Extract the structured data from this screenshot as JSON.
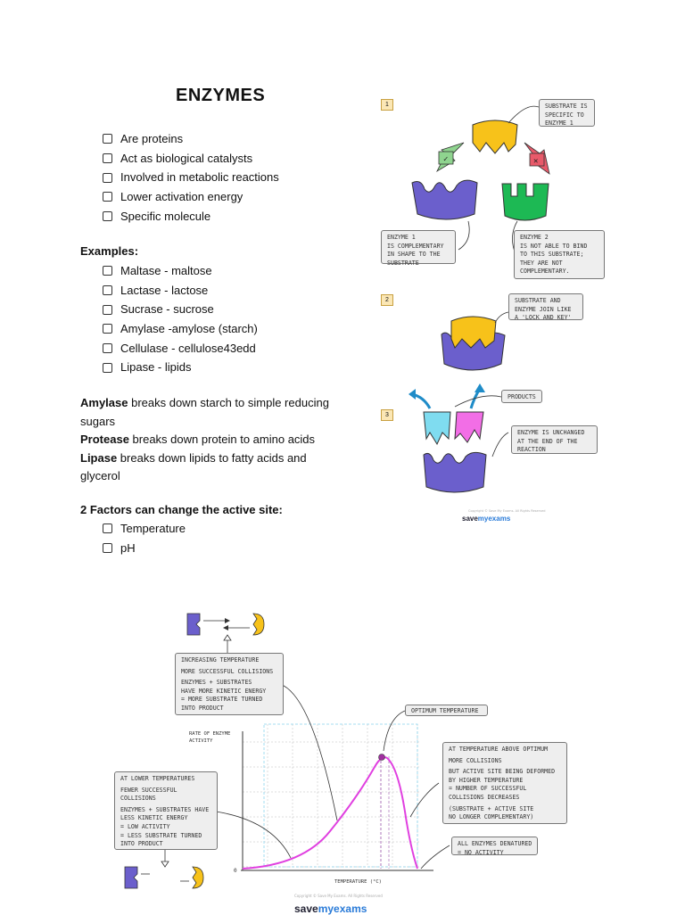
{
  "title": "ENZYMES",
  "properties": [
    "Are proteins",
    "Act as biological catalysts",
    "Involved in metabolic reactions",
    "Lower activation energy",
    "Specific molecule"
  ],
  "examples_heading": "Examples:",
  "examples": [
    "Maltase - maltose",
    "Lactase - lactose",
    "Sucrase - sucrose",
    "Amylase -amylose (starch)",
    "Cellulase - cellulose43edd",
    "Lipase - lipids"
  ],
  "breakdown": [
    {
      "term": "Amylase",
      "text": " breaks down starch to simple reducing sugars"
    },
    {
      "term": "Protease",
      "text": " breaks down protein to amino acids"
    },
    {
      "term": "Lipase",
      "text": " breaks down lipids to fatty acids and glycerol"
    }
  ],
  "factors_heading": "2 Factors can change the active site:",
  "factors": [
    "Temperature",
    "pH"
  ],
  "diagram": {
    "step1": "1",
    "step2": "2",
    "step3": "3",
    "tick": "✓",
    "cross": "✕",
    "substrate_specific": [
      "SUBSTRATE IS",
      "SPECIFIC TO",
      "ENZYME 1"
    ],
    "enzyme1": [
      "ENZYME 1",
      "IS COMPLEMENTARY",
      "IN SHAPE TO THE",
      "SUBSTRATE"
    ],
    "enzyme2": [
      "ENZYME 2",
      "IS NOT ABLE TO BIND",
      "TO THIS SUBSTRATE;",
      "THEY ARE NOT",
      "COMPLEMENTARY."
    ],
    "lock_key": [
      "SUBSTRATE AND",
      "ENZYME JOIN LIKE",
      "A 'LOCK AND KEY'"
    ],
    "products": [
      "PRODUCTS"
    ],
    "unchanged": [
      "ENZYME IS UNCHANGED",
      "AT THE END OF THE",
      "REACTION"
    ],
    "copyright": "Copyright © Save My Exams. All Rights Reserved",
    "brand_save": "save",
    "brand_my": "my",
    "brand_exams": "exams"
  },
  "graph": {
    "increasing": [
      "INCREASING TEMPERATURE",
      "",
      "MORE SUCCESSFUL COLLISIONS",
      "",
      "ENZYMES + SUBSTRATES",
      "HAVE MORE KINETIC ENERGY",
      "= MORE SUBSTRATE TURNED",
      "INTO PRODUCT"
    ],
    "optimum": [
      "OPTIMUM TEMPERATURE"
    ],
    "above": [
      "AT TEMPERATURE ABOVE OPTIMUM",
      "",
      "MORE COLLISIONS",
      "",
      "BUT ACTIVE SITE BEING DEFORMED",
      "BY HIGHER TEMPERATURE",
      "= NUMBER OF SUCCESSFUL",
      "COLLISIONS DECREASES",
      "",
      "(SUBSTRATE + ACTIVE SITE",
      "NO LONGER COMPLEMENTARY)"
    ],
    "lower": [
      "AT LOWER TEMPERATURES",
      "",
      "FEWER SUCCESSFUL",
      "COLLISIONS",
      "",
      "ENZYMES + SUBSTRATES HAVE",
      "LESS KINETIC ENERGY",
      "= LOW ACTIVITY",
      "= LESS SUBSTRATE TURNED",
      "INTO PRODUCT"
    ],
    "denatured": [
      "ALL ENZYMES DENATURED",
      "= NO ACTIVITY"
    ],
    "ylabel_1": "RATE OF ENZYME",
    "ylabel_2": "ACTIVITY",
    "xlabel": "TEMPERATURE (°C)",
    "origin": "0",
    "copyright": "Copyright © Save My Exams. All Rights Reserved",
    "brand_save": "save",
    "brand_my": "my",
    "brand_exams": "exams"
  },
  "colors": {
    "purple": "#6b5fcc",
    "yellow": "#f7c21a",
    "green": "#1db954",
    "cyan": "#7fdcf0",
    "pink": "#f26ee6",
    "curve": "#e040e0",
    "arrow_green": "#8fd48f",
    "arrow_red": "#e85a6a",
    "arrow_blue": "#1f8cc8"
  }
}
